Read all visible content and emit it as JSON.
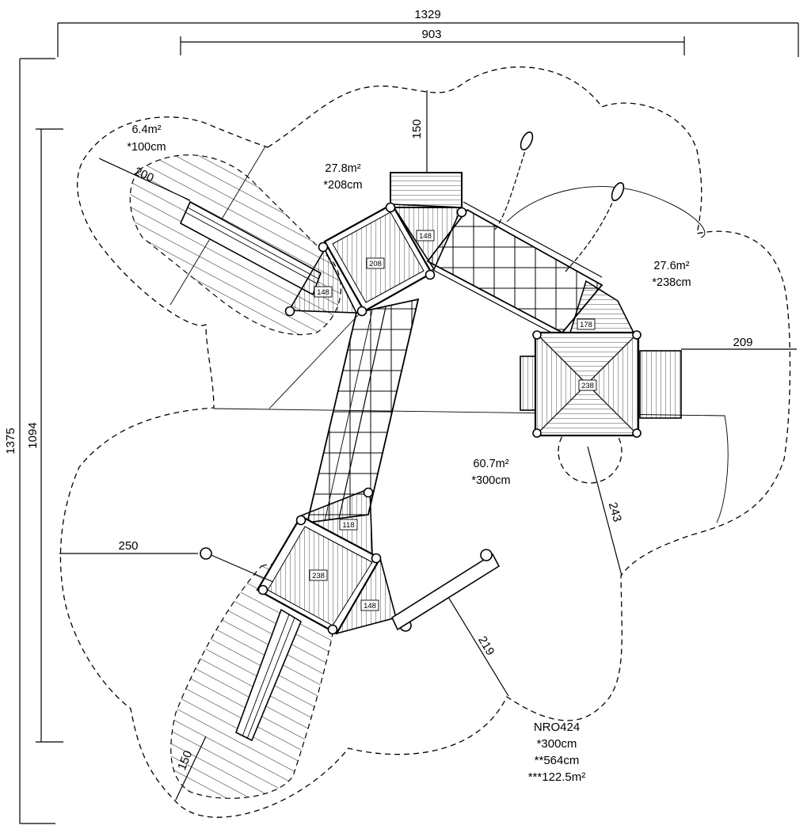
{
  "dimensions": {
    "overall_width": "1329",
    "inner_width": "903",
    "overall_height": "1375",
    "inner_height": "1094",
    "top_clearance": "150",
    "right_clearance": "209",
    "left_clearance": "250",
    "slide_top_clearance": "200",
    "slide_bottom_clearance": "150",
    "right_diagonal": "243",
    "bottom_diagonal": "219"
  },
  "zones": {
    "top_left": {
      "area": "6.4m²",
      "height": "*100cm"
    },
    "top_mid": {
      "area": "27.8m²",
      "height": "*208cm"
    },
    "right": {
      "area": "27.6m²",
      "height": "*238cm"
    },
    "center": {
      "area": "60.7m²",
      "height": "*300cm"
    }
  },
  "product": {
    "code": "NRO424",
    "height_1": "*300cm",
    "height_2": "**564cm",
    "area": "***122.5m²"
  },
  "platform_tags": {
    "upper_left_side": "148",
    "upper_inner": "208",
    "upper_right_side": "148",
    "right_step": "178",
    "tower_top": "238",
    "lower_top": "118",
    "lower_inner": "238",
    "lower_side": "148"
  }
}
